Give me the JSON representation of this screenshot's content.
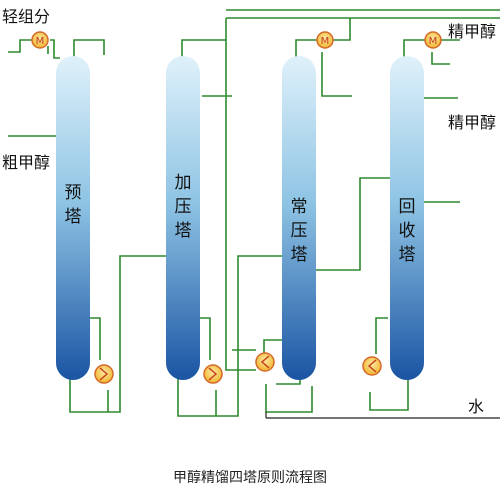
{
  "labels": {
    "light_components": "轻组分",
    "crude_methanol": "粗甲醇",
    "refined_methanol_1": "精甲醇",
    "refined_methanol_2": "精甲醇",
    "water": "水"
  },
  "columns": [
    {
      "id": "pre",
      "chars": [
        "预",
        "塔"
      ]
    },
    {
      "id": "pressurized",
      "chars": [
        "加",
        "压",
        "塔"
      ]
    },
    {
      "id": "atmospheric",
      "chars": [
        "常",
        "压",
        "塔"
      ]
    },
    {
      "id": "recovery",
      "chars": [
        "回",
        "收",
        "塔"
      ]
    }
  ],
  "heat_exchangers": {
    "condenser_symbol": "M",
    "reboiler_symbol": "≶"
  },
  "caption": "甲醇精馏四塔原则流程图",
  "colors": {
    "column_top": "#d6ecf7",
    "column_bottom": "#1d5aa6",
    "pipe": "#2e8b2e",
    "exchanger_fill": "#f6c243",
    "exchanger_stroke": "#d46a2a"
  }
}
